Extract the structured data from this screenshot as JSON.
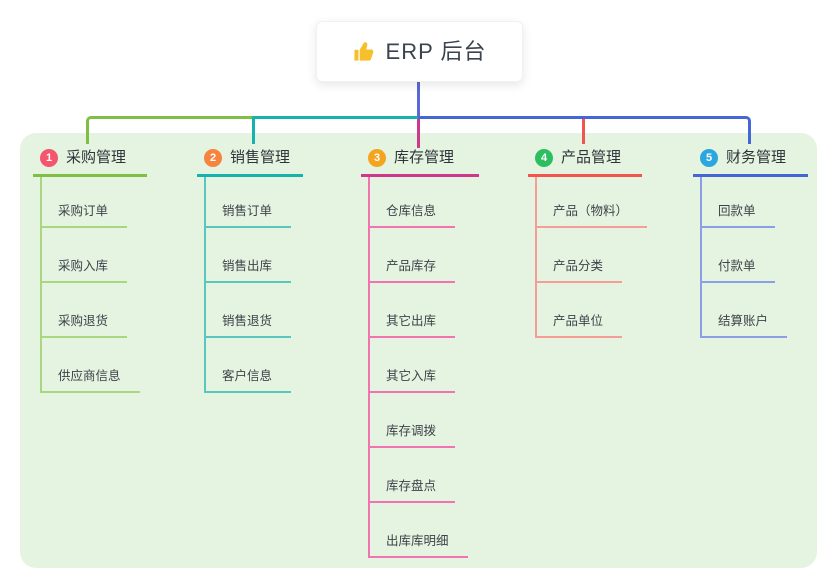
{
  "root": {
    "label": "ERP 后台",
    "icon": "thumbs-up-icon"
  },
  "branches": [
    {
      "index": "1",
      "label": "采购管理",
      "children": [
        "采购订单",
        "采购入库",
        "采购退货",
        "供应商信息"
      ]
    },
    {
      "index": "2",
      "label": "销售管理",
      "children": [
        "销售订单",
        "销售出库",
        "销售退货",
        "客户信息"
      ]
    },
    {
      "index": "3",
      "label": "库存管理",
      "children": [
        "仓库信息",
        "产品库存",
        "其它出库",
        "其它入库",
        "库存调拨",
        "库存盘点",
        "出库库明细"
      ]
    },
    {
      "index": "4",
      "label": "产品管理",
      "children": [
        "产品（物料）",
        "产品分类",
        "产品单位"
      ]
    },
    {
      "index": "5",
      "label": "财务管理",
      "children": [
        "回款单",
        "付款单",
        "结算账户"
      ]
    }
  ],
  "colors": {
    "panel_background": "#e5f4e0",
    "root_connector": "#5a69d8",
    "branch1_main": "#7fbf44",
    "branch1_light": "#a9d77f",
    "branch1_badge": "#f4566e",
    "branch2_main": "#15b3ab",
    "branch2_light": "#5ac6bf",
    "branch2_badge": "#f6833e",
    "branch3_main": "#cd3a8b",
    "branch3_light": "#f173b1",
    "branch3_badge": "#f5a41f",
    "branch4_main": "#f25450",
    "branch4_light": "#f79d97",
    "branch4_badge": "#2ebe62",
    "branch5_main": "#4467d5",
    "branch5_light": "#8b9fe4",
    "branch5_badge": "#2aa7de",
    "thumb_icon": "#f5c02a"
  }
}
